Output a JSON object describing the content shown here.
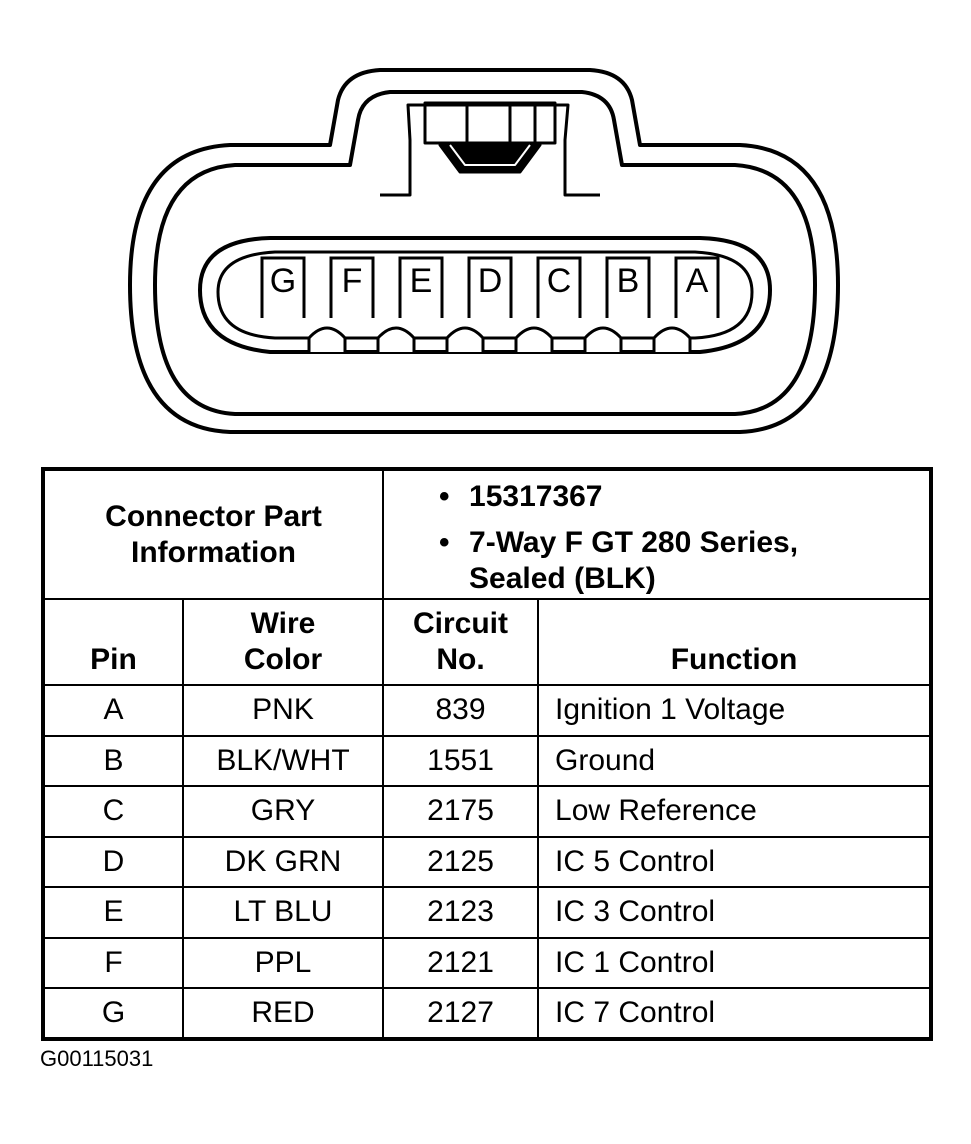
{
  "connector": {
    "pins": [
      "G",
      "F",
      "E",
      "D",
      "C",
      "B",
      "A"
    ]
  },
  "part_info": {
    "label_line1": "Connector Part",
    "label_line2": "Information",
    "bullet": "•",
    "part_number": "15317367",
    "description_line1": "7-Way F GT 280 Series,",
    "description_line2": "Sealed (BLK)"
  },
  "columns": {
    "pin": "Pin",
    "wire_color_line1": "Wire",
    "wire_color_line2": "Color",
    "circuit_line1": "Circuit",
    "circuit_line2": "No.",
    "function": "Function"
  },
  "rows": [
    {
      "pin": "A",
      "color": "PNK",
      "circuit": "839",
      "function": "Ignition 1 Voltage"
    },
    {
      "pin": "B",
      "color": "BLK/WHT",
      "circuit": "1551",
      "function": "Ground"
    },
    {
      "pin": "C",
      "color": "GRY",
      "circuit": "2175",
      "function": "Low Reference"
    },
    {
      "pin": "D",
      "color": "DK GRN",
      "circuit": "2125",
      "function": "IC 5 Control"
    },
    {
      "pin": "E",
      "color": "LT BLU",
      "circuit": "2123",
      "function": "IC 3 Control"
    },
    {
      "pin": "F",
      "color": "PPL",
      "circuit": "2121",
      "function": "IC 1 Control"
    },
    {
      "pin": "G",
      "color": "RED",
      "circuit": "2127",
      "function": "IC 7 Control"
    }
  ],
  "figure_code": "G00115031"
}
